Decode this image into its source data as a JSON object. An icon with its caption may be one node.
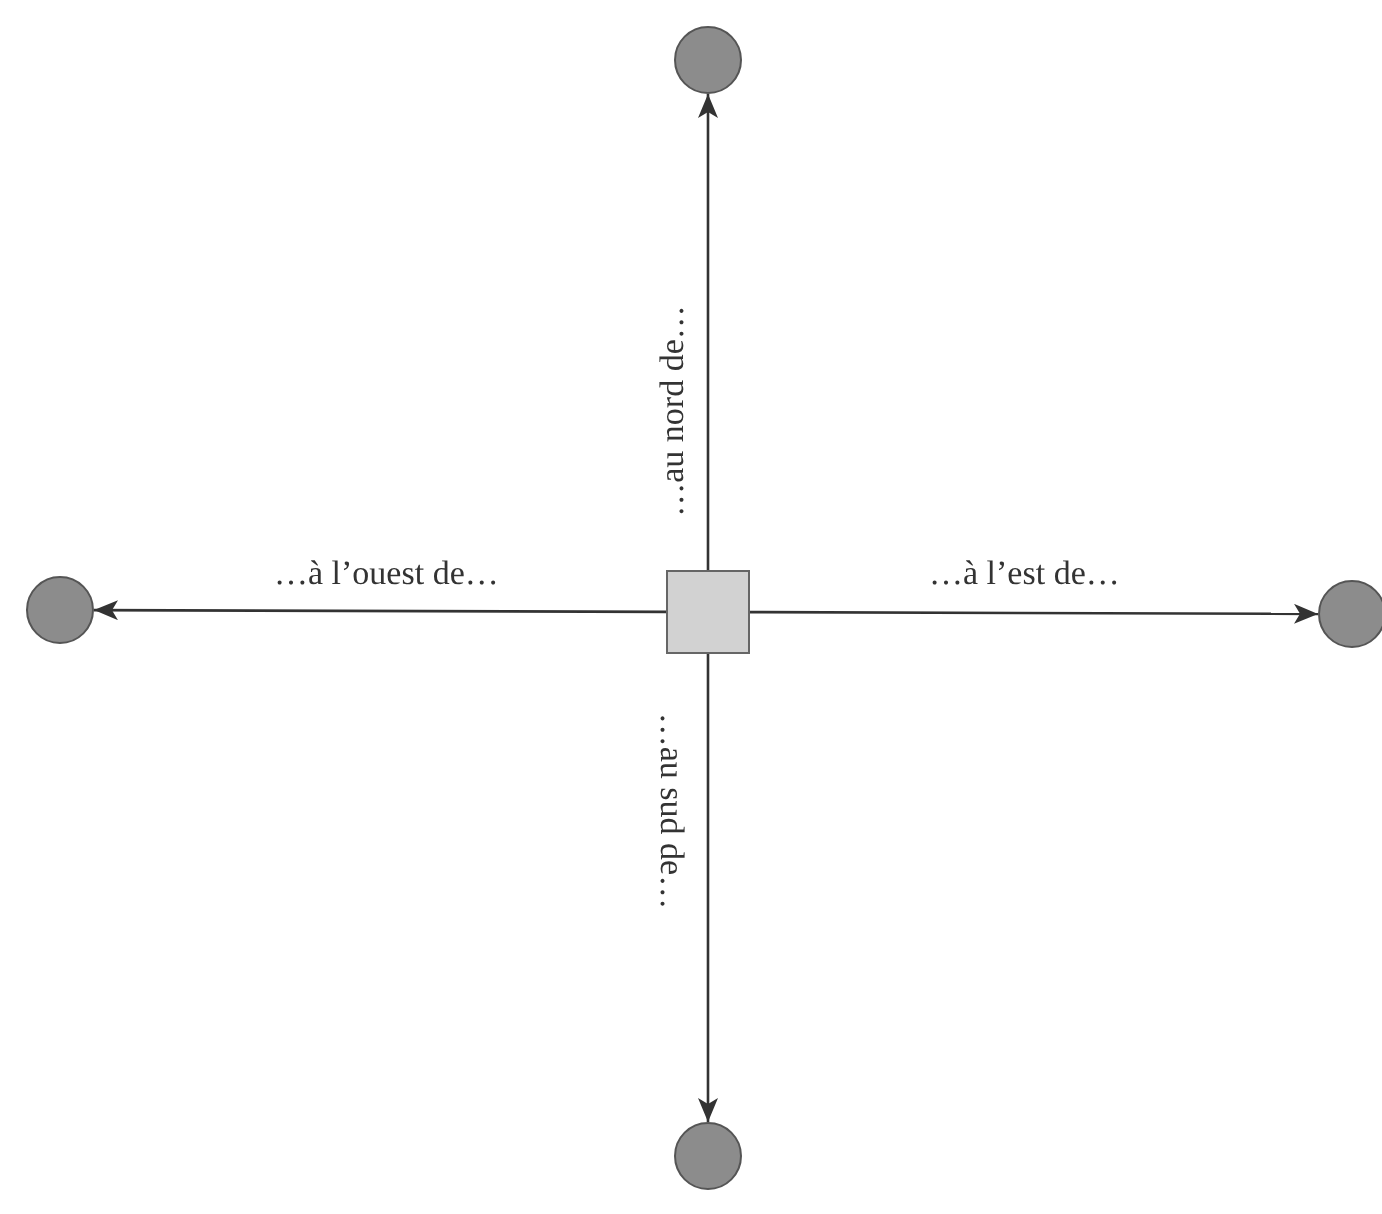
{
  "diagram": {
    "nodes": [
      {
        "text": [],
        "shape": "box"
      },
      {
        "text": [],
        "shape": "circle"
      },
      {
        "text": [],
        "shape": "circle"
      },
      {
        "text": [],
        "shape": "circle"
      },
      {
        "text": [],
        "shape": "circle"
      }
    ],
    "edges": [
      {
        "from": 0,
        "to": 1,
        "arrow": "to",
        "label": "…au nord de…"
      },
      {
        "from": 0,
        "to": 2,
        "arrow": "to",
        "label": "…à l’ouest de…"
      },
      {
        "from": 0,
        "to": 3,
        "arrow": "to",
        "label": "…à l’est de…"
      },
      {
        "from": 0,
        "to": 4,
        "arrow": "to",
        "label": "…au sud de…"
      }
    ]
  }
}
